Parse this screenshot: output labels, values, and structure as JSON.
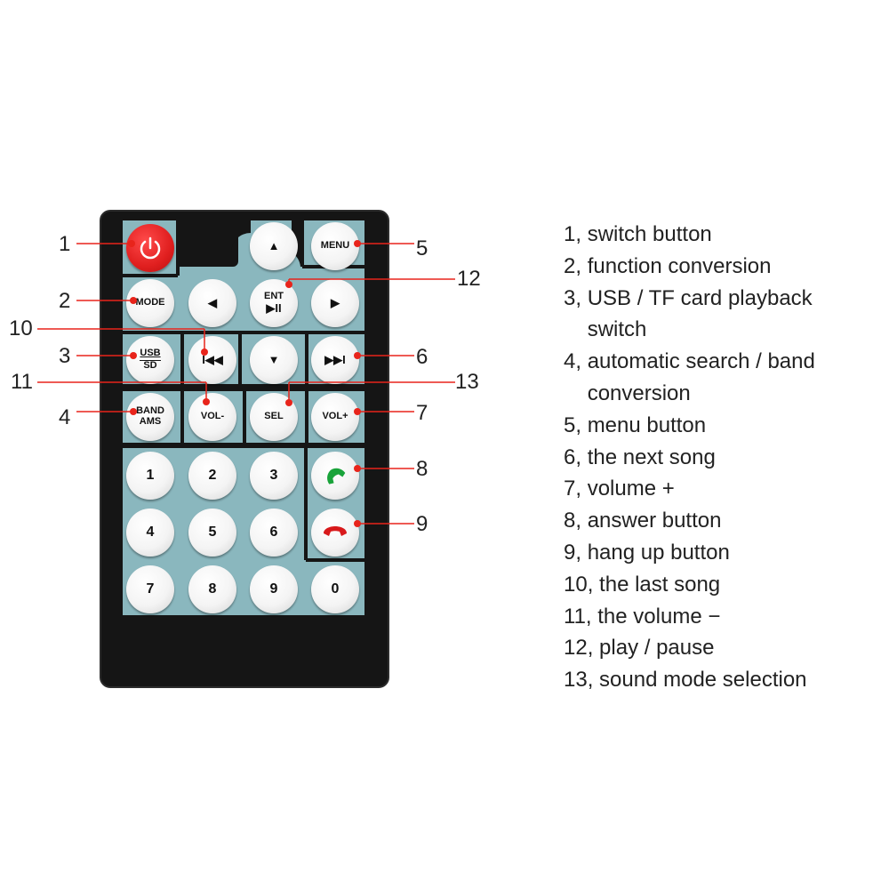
{
  "remote": {
    "buttons": {
      "power": "",
      "menu": "MENU",
      "up": "▲",
      "left": "◀",
      "ent_top": "ENT",
      "ent_bottom": "▶II",
      "right": "▶",
      "mode": "MODE",
      "usb_top": "USB",
      "usb_bottom": "SD",
      "prev": "I◀◀",
      "down": "▼",
      "next": "▶▶I",
      "band_top": "BAND",
      "band_bottom": "AMS",
      "vol_minus": "VOL-",
      "sel": "SEL",
      "vol_plus": "VOL+",
      "answer": "answer-phone-icon",
      "hangup": "hangup-phone-icon",
      "digits": [
        "1",
        "2",
        "3",
        "4",
        "5",
        "6",
        "7",
        "8",
        "9",
        "0"
      ]
    },
    "colors": {
      "panel": "#8ab7be",
      "body": "#151515",
      "power": "#e01f1f",
      "marker": "#e8241b",
      "answer": "#19a33a",
      "hangup": "#d8191b"
    }
  },
  "callouts": [
    "1",
    "2",
    "3",
    "4",
    "5",
    "6",
    "7",
    "8",
    "9",
    "10",
    "11",
    "12",
    "13"
  ],
  "legend": [
    {
      "num": "1,",
      "text": "switch button"
    },
    {
      "num": "2,",
      "text": "function conversion"
    },
    {
      "num": "3,",
      "text": "USB / TF card playback switch"
    },
    {
      "num": "4,",
      "text": "automatic search / band conversion"
    },
    {
      "num": "5,",
      "text": "menu button"
    },
    {
      "num": "6,",
      "text": "the next song"
    },
    {
      "num": "7,",
      "text": "volume +"
    },
    {
      "num": "8,",
      "text": "answer button"
    },
    {
      "num": "9,",
      "text": "hang up button"
    },
    {
      "num": "10,",
      "text": "the last song"
    },
    {
      "num": "11,",
      "text": "the volume −"
    },
    {
      "num": "12,",
      "text": "play / pause"
    },
    {
      "num": "13,",
      "text": "sound mode selection"
    }
  ]
}
